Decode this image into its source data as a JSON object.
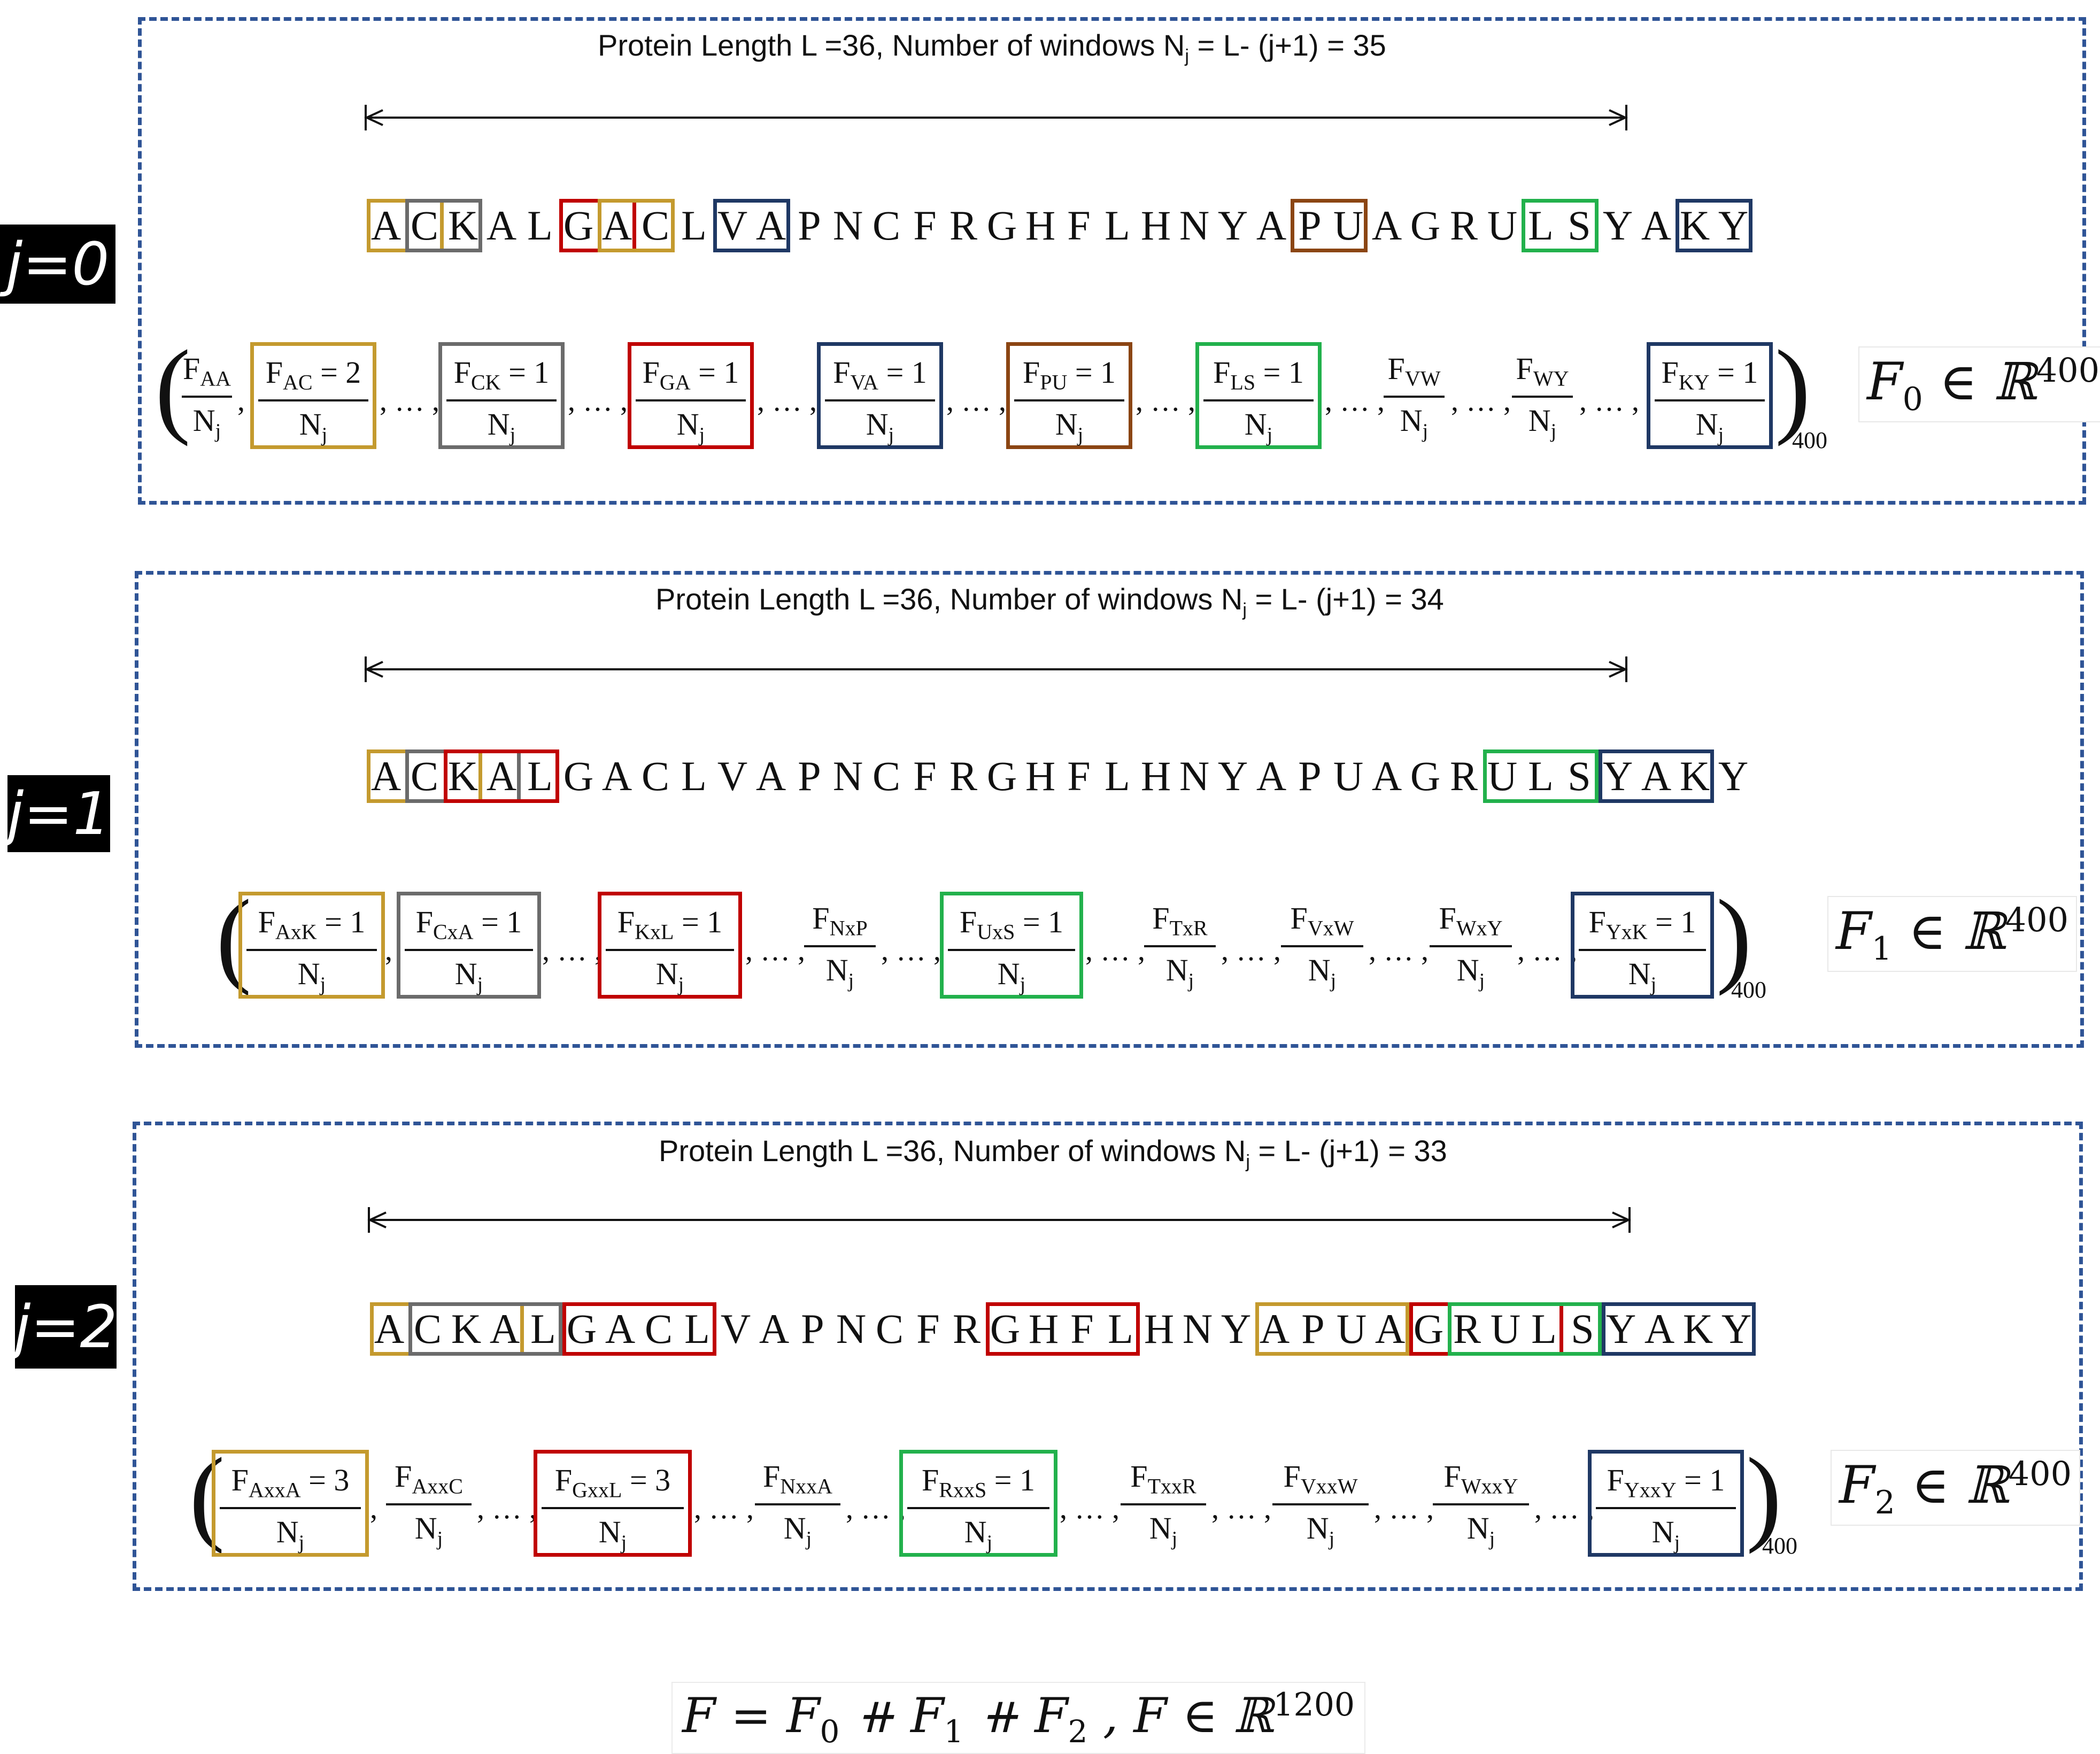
{
  "colors": {
    "gold": "#c49a2e",
    "gray": "#6b6b6b",
    "red": "#c00000",
    "navy": "#1f3864",
    "brown": "#8b4513",
    "green": "#22b14c",
    "dash": "#2f5496"
  },
  "panels": [
    {
      "label": "j=0",
      "caption_pre": "Protein Length L =36,  Number of windows  N",
      "caption_sub": "j",
      "caption_post": " = L- (j+1) = 35",
      "sequence": "ACKALGACLVAPNCFRGHFLHNYAPUAGRULSYAKY",
      "vector": [
        {
          "f": "F",
          "sub": "AA",
          "eq": ""
        },
        {
          "f": "F",
          "sub": "AC",
          "eq": " = 2"
        },
        {
          "f": "F",
          "sub": "CK",
          "eq": " = 1"
        },
        {
          "f": "F",
          "sub": "GA",
          "eq": " = 1"
        },
        {
          "f": "F",
          "sub": "VA",
          "eq": " = 1"
        },
        {
          "f": "F",
          "sub": "PU",
          "eq": " = 1"
        },
        {
          "f": "F",
          "sub": "LS",
          "eq": " = 1"
        },
        {
          "f": "F",
          "sub": "VW",
          "eq": ""
        },
        {
          "f": "F",
          "sub": "WY",
          "eq": ""
        },
        {
          "f": "F",
          "sub": "KY",
          "eq": " = 1"
        }
      ],
      "den": "N",
      "den_sub": "j",
      "outer_sub": "400",
      "space": {
        "sym": "F",
        "idx": "0",
        "rel": " ∈ ℝ",
        "dim": "400"
      }
    },
    {
      "label": "j=1",
      "caption_pre": "Protein Length L =36,  Number of windows  N",
      "caption_sub": "j",
      "caption_post": " = L- (j+1) = 34",
      "sequence": "ACKALGACLVAPNCFRGHFLHNYAPUAGRULSYAKY",
      "vector": [
        {
          "f": "F",
          "sub": "AxK",
          "eq": " = 1"
        },
        {
          "f": "F",
          "sub": "CxA",
          "eq": " = 1"
        },
        {
          "f": "F",
          "sub": "KxL",
          "eq": " = 1"
        },
        {
          "f": "F",
          "sub": "NxP",
          "eq": ""
        },
        {
          "f": "F",
          "sub": "UxS",
          "eq": " = 1"
        },
        {
          "f": "F",
          "sub": "TxR",
          "eq": ""
        },
        {
          "f": "F",
          "sub": "VxW",
          "eq": ""
        },
        {
          "f": "F",
          "sub": "WxY",
          "eq": ""
        },
        {
          "f": "F",
          "sub": "YxK",
          "eq": " = 1"
        }
      ],
      "den": "N",
      "den_sub": "j",
      "outer_sub": "400",
      "space": {
        "sym": "F",
        "idx": "1",
        "rel": " ∈ ℝ",
        "dim": "400"
      }
    },
    {
      "label": "j=2",
      "caption_pre": "Protein Length L =36,  Number of windows  N",
      "caption_sub": "j",
      "caption_post": " = L- (j+1) = 33",
      "sequence": "ACKALGACLVAPNCFRGHFLHNYAPUAGRULSYAKY",
      "vector": [
        {
          "f": "F",
          "sub": "AxxA",
          "eq": " = 3"
        },
        {
          "f": "F",
          "sub": "AxxC",
          "eq": ""
        },
        {
          "f": "F",
          "sub": "GxxL",
          "eq": " = 3"
        },
        {
          "f": "F",
          "sub": "NxxA",
          "eq": ""
        },
        {
          "f": "F",
          "sub": "RxxS",
          "eq": " = 1"
        },
        {
          "f": "F",
          "sub": "TxxR",
          "eq": ""
        },
        {
          "f": "F",
          "sub": "VxxW",
          "eq": ""
        },
        {
          "f": "F",
          "sub": "WxxY",
          "eq": ""
        },
        {
          "f": "F",
          "sub": "YxxY",
          "eq": " = 1"
        }
      ],
      "den": "N",
      "den_sub": "j",
      "outer_sub": "400",
      "space": {
        "sym": "F",
        "idx": "2",
        "rel": " ∈ ℝ",
        "dim": "400"
      }
    }
  ],
  "separators": {
    "comma": ",",
    "ellipsis": ", … ,"
  },
  "final_formula": {
    "lhs": "F",
    "eq": " =   ",
    "t0": "F",
    "t0_idx": "0",
    "plus": " ⧺ ",
    "t1": "F",
    "t1_idx": "1",
    "t2": "F",
    "t2_idx": "2",
    "tail": " ,    ",
    "space_sym": "F",
    "space_rel": " ∈ ℝ",
    "space_dim": "1200"
  }
}
